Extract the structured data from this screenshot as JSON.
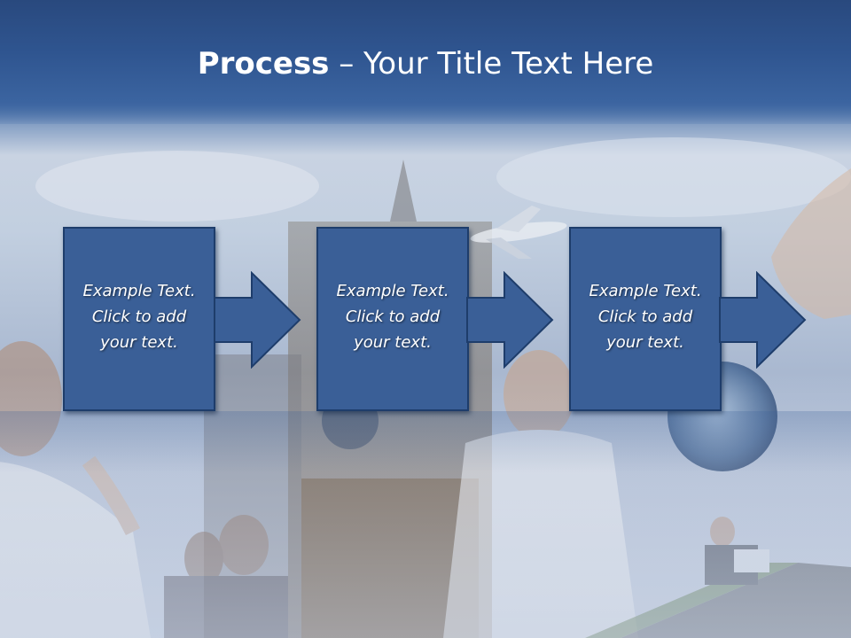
{
  "slide": {
    "title_bold": "Process",
    "title_rest": " – Your Title Text Here"
  },
  "steps": [
    {
      "line1": "Example Text.",
      "line2": "Click  to add",
      "line3": "your text."
    },
    {
      "line1": "Example Text.",
      "line2": "Click  to add",
      "line3": "your text."
    },
    {
      "line1": "Example Text.",
      "line2": "Click  to add",
      "line3": "your text."
    }
  ],
  "colors": {
    "box_fill": "#3a5f97",
    "box_border": "#1e3d6b",
    "header_blue": "#2f5590",
    "text": "#ffffff"
  },
  "icons": [
    "arrow-right-icon"
  ]
}
